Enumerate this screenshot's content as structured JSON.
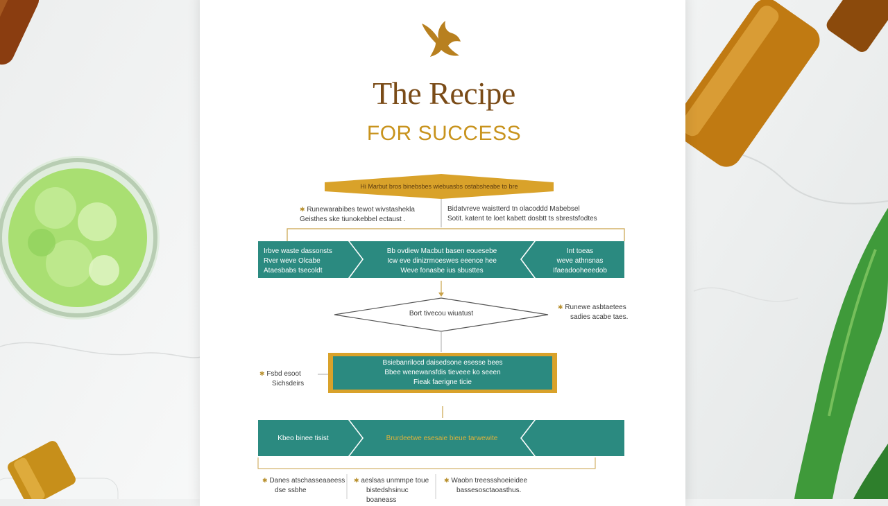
{
  "poster": {
    "title": "The Recipe",
    "subtitle": "FOR SUCCESS"
  },
  "flow": {
    "top_banner": "Hi Marbut bros binebsbes wiebuasbs ostabsheabe to bre",
    "intro_left": [
      "Runewarabibes tewot wivstashekla",
      "Geisthes ske tiunokebbel ectaust ."
    ],
    "intro_right": [
      "Bidatvreve waistterd tn olacoddd Mabebsel",
      "Sotit. katent te loet kabett dosbtt ts sbrestsfodtes"
    ],
    "step_left": [
      "Irbve waste dassonsts",
      "Rver weve Olcabe",
      "Ataesbabs tsecoldt"
    ],
    "step_center": [
      "Bb ovdiew Macbut basen eouesebe",
      "Icw eve dinizrmoeswes eeence hee",
      "Weve fonasbe ius sbusttes"
    ],
    "step_right": [
      "Int toeas",
      "weve athnsnas",
      "Ifaeadooheeedob"
    ],
    "decision": "Bort tivecou wiuatust",
    "decision_note": [
      "Runewe asbtaetees",
      "sadies acabe taes."
    ],
    "highlight_box": [
      "Bsiebanrilocd daisedsone esesse bees",
      "Bbee wenewansfdis tieveee ko seeen",
      "Fieak faerigne ticie"
    ],
    "side_note": [
      "Fsbd esoot",
      "Sichsdeirs"
    ],
    "bottom_left": "Kbeo binee tisist",
    "bottom_center": "Brurdeetwe esesaie bieue tarwewite",
    "footer_1": [
      "Danes atschasseaaeess",
      "dse ssbhe"
    ],
    "footer_2": [
      "aeslsas unmmpe toue",
      "bistedshsinuc boaneass"
    ],
    "footer_3": [
      "Waobn treessshoeieidee",
      "bassesosctaoasthus."
    ]
  },
  "colors": {
    "teal": "#2b8a80",
    "gold": "#d9a22a",
    "brown": "#7a4b17",
    "aloe_green": "#3f9a3a"
  }
}
